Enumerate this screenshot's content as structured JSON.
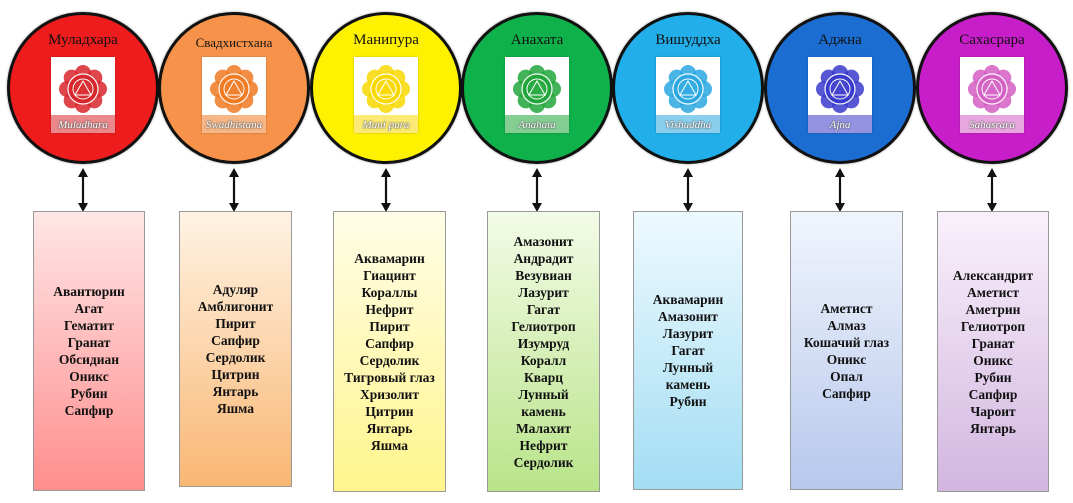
{
  "chakras": [
    {
      "name": "Муладхара",
      "latin": "Muladhara",
      "colors": {
        "circle": "#ee1c1c",
        "tile": "#d8262b",
        "box_top": "#ffe6e6",
        "box_bottom": "#ff8e8e"
      },
      "icon": "muladhara-symbol-icon",
      "stones": [
        "Авантюрин",
        "Агат",
        "Гематит",
        "Гранат",
        "Обсидиан",
        "Оникс",
        "Рубин",
        "Сапфир"
      ]
    },
    {
      "name": "Свадхистхана",
      "latin": "Swadhistana",
      "colors": {
        "circle": "#f7924a",
        "tile": "#ef7a22",
        "box_top": "#fff3e4",
        "box_bottom": "#f9b774"
      },
      "icon": "swadhistana-symbol-icon",
      "stones": [
        "Адуляр",
        "Амблигонит",
        "Пирит",
        "Сапфир",
        "Сердолик",
        "Цитрин",
        "Янтарь",
        "Яшма"
      ]
    },
    {
      "name": "Манипура",
      "latin": "Mani pura",
      "colors": {
        "circle": "#fff200",
        "tile": "#f7d800",
        "box_top": "#fffde8",
        "box_bottom": "#fff58c"
      },
      "icon": "manipura-symbol-icon",
      "stones": [
        "Аквамарин",
        "Гиацинт",
        "Кораллы",
        "Нефрит",
        "Пирит",
        "Сапфир",
        "Сердолик",
        "Тигровый глаз",
        "Хризолит",
        "Цитрин",
        "Янтарь",
        "Яшма"
      ]
    },
    {
      "name": "Анахата",
      "latin": "Anahata",
      "colors": {
        "circle": "#0fb14a",
        "tile": "#21a63b",
        "box_top": "#f3fbe7",
        "box_bottom": "#b9e48a"
      },
      "icon": "anahata-symbol-icon",
      "stones": [
        "Амазонит",
        "Андрадит",
        "Везувиан",
        "Лазурит",
        "Гагат",
        "Гелиотроп",
        "Изумруд",
        "Коралл",
        "Кварц",
        "Лунный",
        "камень",
        "Малахит",
        "Нефрит",
        "Сердолик"
      ]
    },
    {
      "name": "Вишуддха",
      "latin": "Vishuddha",
      "colors": {
        "circle": "#21aee9",
        "tile": "#2aa8e0",
        "box_top": "#eefaff",
        "box_bottom": "#a3ddf3"
      },
      "icon": "vishuddha-symbol-icon",
      "stones": [
        "Аквамарин",
        "Амазонит",
        "Лазурит",
        "Гагат",
        "Лунный",
        "камень",
        "Рубин"
      ]
    },
    {
      "name": "Аджна",
      "latin": "Ajna",
      "colors": {
        "circle": "#1b6dd2",
        "tile": "#3a3acb",
        "box_top": "#f1f5fd",
        "box_bottom": "#b7c8ec"
      },
      "icon": "ajna-symbol-icon",
      "stones": [
        "Аметист",
        "Алмаз",
        "Кошачий глаз",
        "Оникс",
        "Опал",
        "Сапфир"
      ]
    },
    {
      "name": "Сахасрара",
      "latin": "Sahasrara",
      "colors": {
        "circle": "#c81ec9",
        "tile": "#d35fc3",
        "box_top": "#f9f1fb",
        "box_bottom": "#d2b6e0"
      },
      "icon": "sahasrara-symbol-icon",
      "stones": [
        "Александрит",
        "Аметист",
        "Аметрин",
        "Гелиотроп",
        "Гранат",
        "Оникс",
        "Рубин",
        "Сапфир",
        "Чароит",
        "Янтарь"
      ]
    }
  ]
}
